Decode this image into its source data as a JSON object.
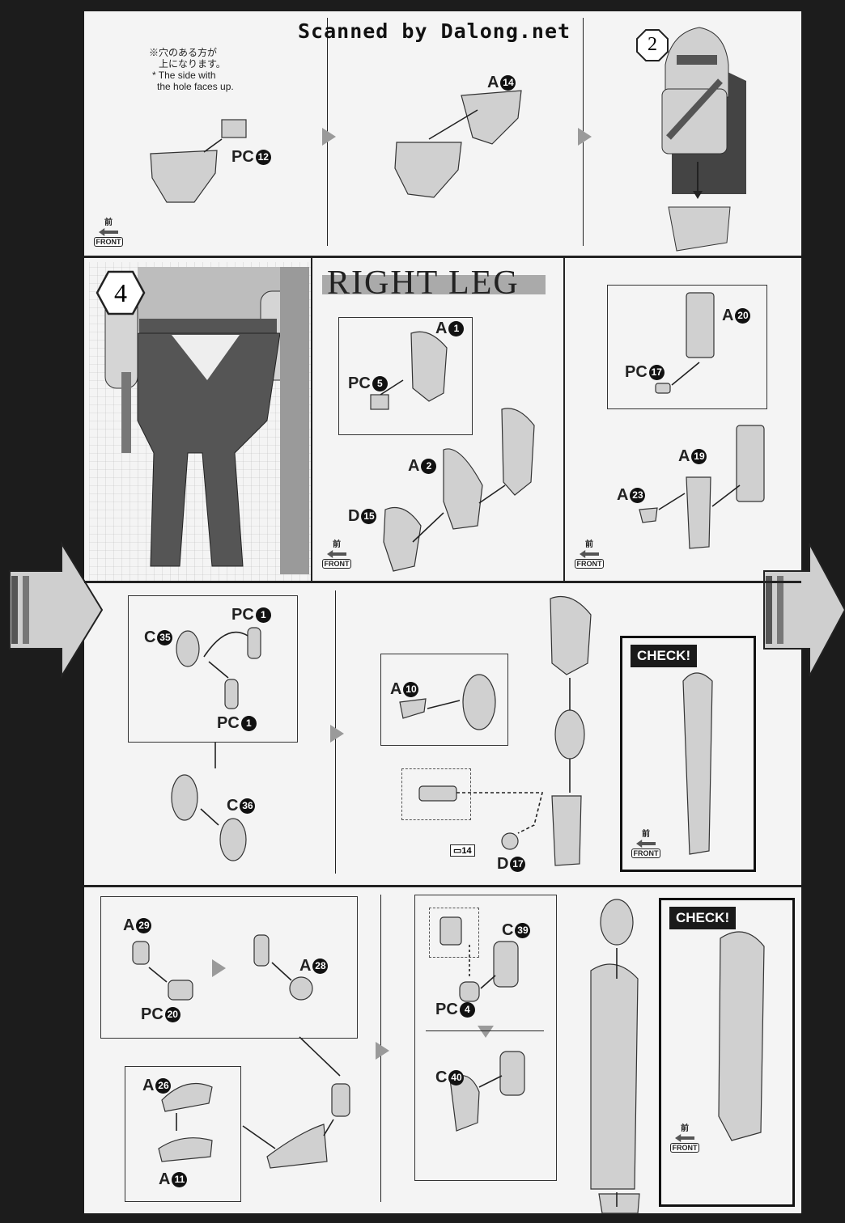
{
  "watermark": "Scanned by Dalong.net",
  "section_title": "RIGHT LEG",
  "steps": {
    "s2": "2",
    "s4": "4"
  },
  "note": {
    "jp_line1": "※穴のある方が",
    "jp_line2": "上になります。",
    "en_line1": "* The side with",
    "en_line2": "the hole faces up."
  },
  "front_kanji": "前",
  "front_text": "FRONT",
  "check_text": "CHECK!",
  "ref_page": "14",
  "parts": {
    "pc12": {
      "p": "PC",
      "n": "12"
    },
    "a14": {
      "p": "A",
      "n": "14"
    },
    "a1": {
      "p": "A",
      "n": "1"
    },
    "pc5": {
      "p": "PC",
      "n": "5"
    },
    "a2": {
      "p": "A",
      "n": "2"
    },
    "d15": {
      "p": "D",
      "n": "15"
    },
    "a20": {
      "p": "A",
      "n": "20"
    },
    "pc17": {
      "p": "PC",
      "n": "17"
    },
    "a19": {
      "p": "A",
      "n": "19"
    },
    "a23": {
      "p": "A",
      "n": "23"
    },
    "pc1a": {
      "p": "PC",
      "n": "1"
    },
    "c35": {
      "p": "C",
      "n": "35"
    },
    "pc1b": {
      "p": "PC",
      "n": "1"
    },
    "c36": {
      "p": "C",
      "n": "36"
    },
    "a10": {
      "p": "A",
      "n": "10"
    },
    "d17": {
      "p": "D",
      "n": "17"
    },
    "a29": {
      "p": "A",
      "n": "29"
    },
    "a28": {
      "p": "A",
      "n": "28"
    },
    "pc20": {
      "p": "PC",
      "n": "20"
    },
    "a26": {
      "p": "A",
      "n": "26"
    },
    "a11": {
      "p": "A",
      "n": "11"
    },
    "c39": {
      "p": "C",
      "n": "39"
    },
    "pc4": {
      "p": "PC",
      "n": "4"
    },
    "c40": {
      "p": "C",
      "n": "40"
    }
  },
  "colors": {
    "ink": "#222222",
    "part_gray": "#c8c8c8",
    "dark_gray": "#4a4a4a",
    "sheet": "#f4f4f4",
    "border": "#1c1c1c"
  }
}
